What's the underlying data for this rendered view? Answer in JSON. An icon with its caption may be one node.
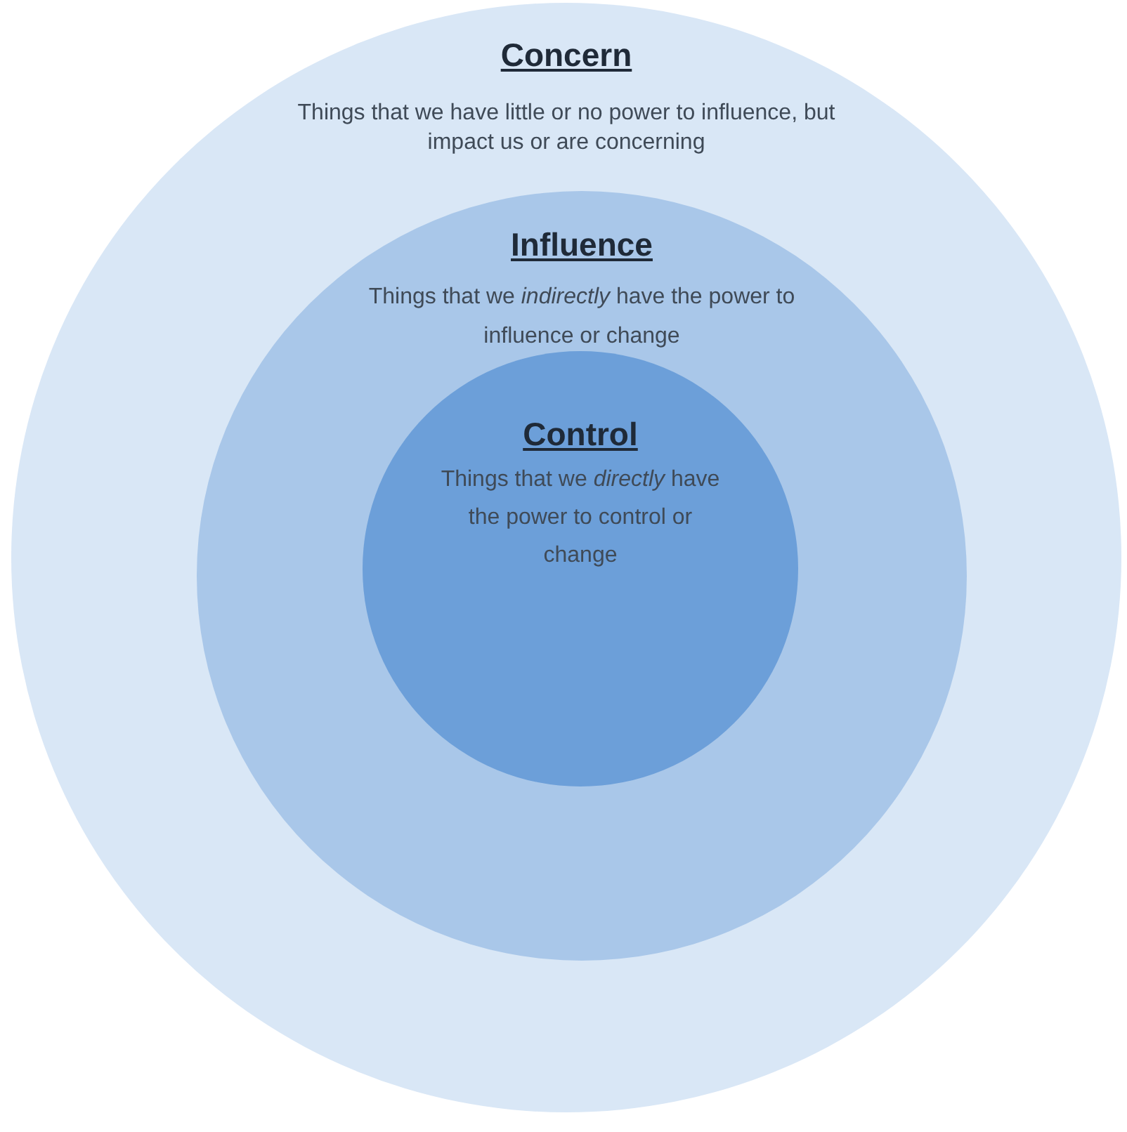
{
  "diagram": {
    "nodes": [
      {
        "text": [
          "Concern",
          "Things that we have little or no power to influence, but impact us or are concerning"
        ]
      },
      {
        "text": [
          "Influence",
          "Things that we *indirectly* have the power to influence or change"
        ],
        "in": 0
      },
      {
        "text": [
          "Control",
          "Things that we *directly* have the power to control or change"
        ],
        "in": 1
      }
    ]
  }
}
